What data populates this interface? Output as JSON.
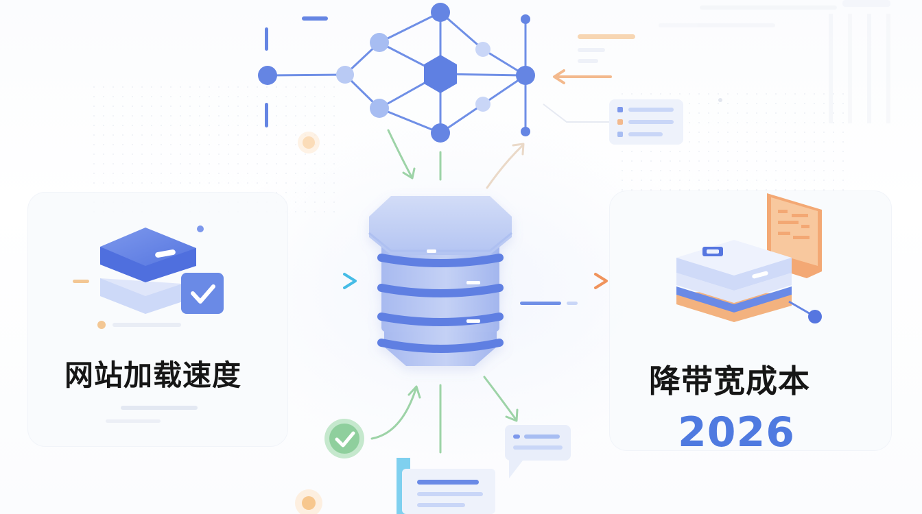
{
  "left_card": {
    "label": "网站加载速度"
  },
  "right_card": {
    "label": "降带宽成本",
    "year": "2026"
  },
  "colors": {
    "primary_blue": "#5b7ee3",
    "light_blue": "#9fb4f0",
    "accent_orange": "#f09a62",
    "accent_green": "#8ec99a",
    "accent_cyan": "#5cc5e8",
    "text_dark": "#161616",
    "year_blue": "#4f7ae0"
  },
  "icons": [
    "network-hub-icon",
    "database-server-icon",
    "server-check-icon",
    "server-stack-icon",
    "check-circle-icon",
    "document-icon",
    "chat-list-icon"
  ]
}
